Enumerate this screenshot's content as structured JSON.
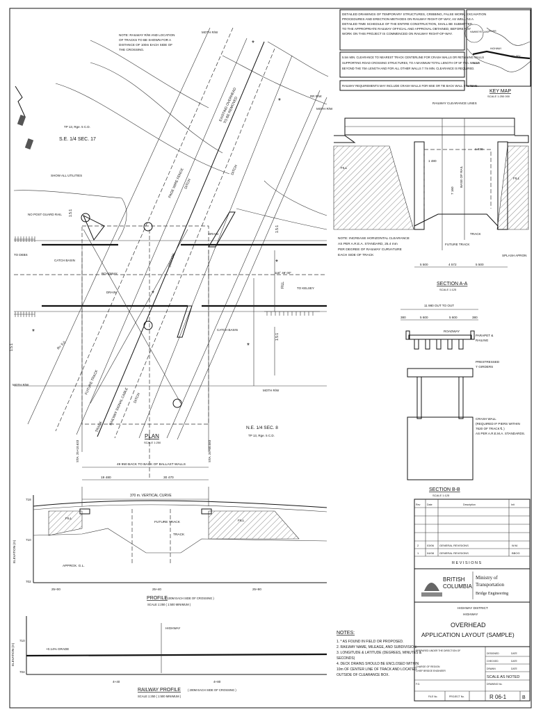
{
  "notes_top": {
    "boxes": [
      [
        "DETAILED DRAWINGS OF TEMPORARY STRUCTURES, CRIBBING, FALSE WORK, EXCAVATION",
        "PROCEDURES AND ERECTION METHODS ON RAILWAY RIGHT-OF-WAY, AS WELL AS A",
        "DETAILED TIME SCHEDULE OF THE ENTIRE CONSTRUCTION, SHALL BE SUBMITTED",
        "TO THE APPROPRIATE RAILWAY OFFICIAL AND APPROVAL OBTAINED, BEFORE ANY",
        "WORK ON THIS PROJECT IS COMMENCED ON RAILWAY RIGHT-OF-WAY."
      ],
      [
        "5.5m MIN. CLEARANCE TO NEAREST TRACK CENTERLINE FOR CRASH WALLS OR RETAINING WALLS",
        "SUPPORTING ROAD CROSSING STRUCTURES, TO A MAXIMUM TOTAL LENGTH OF 5F 70m. WALLS",
        "BEYOND THE 70m LENGTH AND FOR ALL OTHER WALLS 7.7m MIN. CLEARANCE IS REQUIRED."
      ],
      [
        "RAILWAY REQUIREMENTS MAY INCLUDE CRASH WALLS FOR MSE OR TIE BACK WALL SYSTEMS."
      ]
    ]
  },
  "key_map": {
    "title": "KEY MAP",
    "scale": "SCALE 1:250 000",
    "labels": [
      "HAWKEYE LAKE",
      "RIVER",
      "HIGHWAY",
      "DEBS",
      "KELSEY"
    ]
  },
  "plan": {
    "note_rw": [
      "NOTE: RAILWAY R/W AND LOCATION",
      "OF TRACKS TO BE SHOWN FOR A",
      "DISTANCE OF 100m EACH SIDE OF",
      "THE CROSSING."
    ],
    "tp_se": "TP 13, Rge. 5 C.D.",
    "se_sec": "S.E. 1/4 SEC. 17",
    "show_utilities": "SHOW ALL UTILITIES",
    "no_post": "NO POST GUARD RAIL",
    "to_debs": "TO DEBS",
    "to_kelsey": "TO KELSEY",
    "catch_basin_1": "CATCH BASIN",
    "catch_basin_2": "CATCH BASIN",
    "roadway": "ROADWAY",
    "drain": "DRAIN",
    "drain2": "DRAIN",
    "station": "STATION",
    "fence": "PAGE WIRE FENCE",
    "ditch": "DITCH",
    "ditch2": "DITCH",
    "ditch3": "DITCH",
    "existing": [
      "EXISTING OVERHEAD",
      "TO BE REMOVED"
    ],
    "moth_rw": "MOTH R/W",
    "moth_rw2": "MOTH R/W",
    "moth_rw3": "MOTH R/W",
    "moth_rw4": "MOTH R/W",
    "rr_rw": "RR R/W",
    "bearing": "118° 49' 00\"",
    "slope1": "1.5:1",
    "slope_w": "SLOPE",
    "fill": "FILL",
    "future_track": "FUTURE TRACK",
    "railway_signal": "RAILWAY SIGNAL CABLE",
    "track": "TRACK",
    "radius": "R= 5.0",
    "ne_sec": "N.E. 1/4 SEC. 8",
    "tp_ne": "TP 13, Rge. 5 C.D.",
    "title": "PLAN",
    "scale": "SCALE 1:250",
    "sta_left": "STA. 25+10.633",
    "sta_right": "STA. 25+60.583",
    "dim_total": "49 950 BACK TO BACK OF BALLAST WALLS",
    "dim_a": "19 480",
    "dim_b": "30 470"
  },
  "profile": {
    "vc": "370 m. VERTICAL CURVE",
    "fill": "FILL",
    "fill2": "FILL",
    "future_track": "FUTURE TRACK",
    "track": "TRACK",
    "approx": "APPROX. G.L.",
    "ylabel": "ELEVATION (m)",
    "yticks": [
      "718",
      "710",
      "702"
    ],
    "xticks": [
      "25+00",
      "25+40",
      "25+80"
    ],
    "title": "PROFILE",
    "subtitle": "( 100M EACH SIDE OF CROSSING )",
    "scale": "SCALE 1:250   ( 1:500 MINIMUM )"
  },
  "rail_profile": {
    "ylabel": "ELEVATION (m)",
    "yticks": [
      "710",
      "704"
    ],
    "xticks": [
      "4+40",
      "4+80"
    ],
    "highway": "HIGHWAY",
    "grade": "+0.14% GRADE",
    "title": "RAILWAY PROFILE",
    "subtitle": "( 200M EACH SIDE OF CROSSING )",
    "scale": "SCALE 1:250   ( 1:500 MINIMUM )"
  },
  "section_aa": {
    "clearance_lines": "RAILWAY CLEARANCE LINES",
    "fill_l": "FILL",
    "fill_r": "FILL",
    "dim1": "1 480",
    "dim2": "7 160",
    "dim3": "1 830",
    "base_of_rail": "BASE OF RAIL",
    "note": [
      "NOTE: INCREASE HORIZONTAL CLEARANCE",
      "AS PER A.R.E.A. STANDARD, 25.4 mm",
      "PER DEGREE OF RAILWAY CURVATURE",
      "EACH SIDE OF TRACK"
    ],
    "future_track": "FUTURE TRACK",
    "track": "TRACK",
    "splash": "SPLASH APRON",
    "dims": [
      "5 500",
      "4 572",
      "5 500"
    ],
    "title": "SECTION A-A",
    "scale": "SCALE 1:125"
  },
  "section_bb": {
    "out_to_out": "11 980 OUT TO OUT",
    "dims": [
      "380",
      "5 600",
      "5 600",
      "380"
    ],
    "roadway": "ROADWAY",
    "parapet": [
      "PARAPET &",
      "RAILING"
    ],
    "girders": [
      "PRESTRESSED",
      "'I' GIRDERS"
    ],
    "crash": [
      "CRASH WALL",
      "(REQUIRED IF PIERS WITHIN",
      "7620 OF TRACK ℄ )",
      "AS PER A.R.E.M.A. STANDARDS."
    ],
    "title": "SECTION B-B",
    "scale": "SCALE 1:125"
  },
  "revisions": {
    "headers": [
      "Rev",
      "Date",
      "Description",
      "Init"
    ],
    "rows": [
      {
        "rev": "2",
        "date": "03/06",
        "desc": "GENERAL REVISIONS",
        "init": "W.M."
      },
      {
        "rev": "1",
        "date": "04/08",
        "desc": "GENERAL REVISIONS",
        "init": "BBOG"
      }
    ],
    "title": "R E V I S I O N S"
  },
  "titleblock": {
    "org1": "BRITISH",
    "org2": "COLUMBIA",
    "ministry": [
      "Ministry of",
      "Transportation"
    ],
    "branch": "Bridge Engineering",
    "district": "HIGHWAY DISTRICT",
    "highway": "HIGHWAY",
    "title1": "OVERHEAD",
    "title2": "APPLICATION LAYOUT (SAMPLE)",
    "prepared": "PREPARED UNDER THE DIRECTION OF",
    "approved": "DESIGNED",
    "checked": "CHECKED",
    "drawn": "DRAWN",
    "date": "DATE",
    "scale": "SCALE AS NOTED",
    "charge": "CHARGE OF REGION",
    "chief": "CHIEF BRIDGE ENGINEER",
    "file": "FILE No.",
    "project": "PROJECT No.",
    "fpo": "F.O.",
    "drawing_no_label": "DRAWING No.",
    "drawing_no": "R 06-1",
    "rev": "B"
  },
  "notes": {
    "title": "NOTES:",
    "items": [
      "1.  * AS FOUND IN FIELD OR PROPOSED.",
      "2.  RAILWAY NAME, MILEAGE, AND SUBDIVISION.",
      "3.  LONGITUDE & LATITUDE (DEGREES, MINUTES &",
      "     SECONDS)",
      "4.  DECK DRAINS SHOULD BE ENCLOSED WITHIN",
      "     10m OF CENTER LINE OF TRACK AND LOCATED",
      "     OUTSIDE OF CLEARANCE BOX."
    ]
  }
}
